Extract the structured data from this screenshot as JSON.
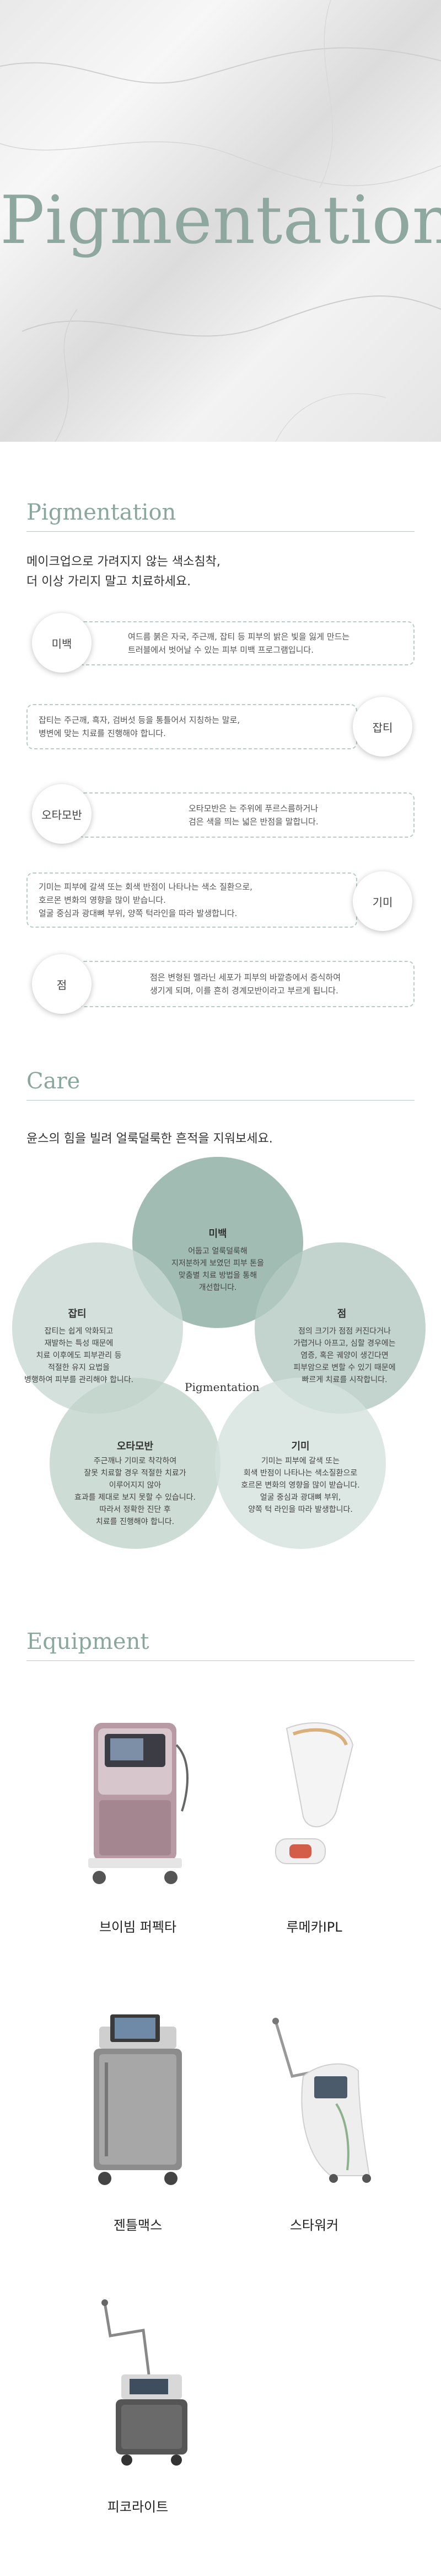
{
  "hero": {
    "title": "Pigmentation"
  },
  "pigment": {
    "title": "Pigmentation",
    "lead_line1": "메이크업으로 가려지지 않는 색소침착,",
    "lead_line2": "더 이상 가리지 말고 치료하세요.",
    "items": [
      {
        "label": "미백",
        "text_line1": "여드름 붉은 자국, 주근깨, 잡티 등 피부의 밝은 빛을 잃게 만드는",
        "text_line2": "트러블에서 벗어날 수 있는 피부 미백 프로그램입니다."
      },
      {
        "label": "잡티",
        "text_line1": "잡티는 주근깨, 흑자, 검버섯 등을 통틀어서 지칭하는 말로,",
        "text_line2": "병변에 맞는 치료를 진행해야 합니다."
      },
      {
        "label": "오타모반",
        "text_line1": "오타모반은 는 주위에 푸르스름하거나",
        "text_line2": "검은 색을 띄는 넓은 반점을 말합니다."
      },
      {
        "label": "기미",
        "text_line1": "기미는 피부에 갈색 또는 회색 반점이 나타나는 색소 질환으로,",
        "text_line2": "호르몬 변화의 영향을 많이 받습니다.",
        "text_line3": "얼굴 중심과 광대뼈 부위, 양쪽 턱라인을 따라 발생합니다."
      },
      {
        "label": "점",
        "text_line1": "점은 변형된 멜라닌 세포가 피부의 바깥층에서 증식하여",
        "text_line2": "생기게 되며, 이를 흔히 경계모반이라고 부르게 됩니다."
      }
    ]
  },
  "care": {
    "title": "Care",
    "lead": "윤스의 힘을 빌려 얼룩덜룩한 흔적을 지워보세요.",
    "center": "Pigmentation",
    "circles": [
      {
        "title": "미백",
        "lines": [
          "어둡고 얼룩덜룩해",
          "지저분하게 보였던 피부 톤을",
          "맞춤별 치료 방법을 통해",
          "개선합니다."
        ]
      },
      {
        "title": "잡티",
        "lines": [
          "잡티는 쉽게 악화되고",
          "재발하는 특성 때문에",
          "치료 이후에도 피부관리 등",
          "적절한 유지 요법을",
          "병행하여 피부를 관리해야 합니다."
        ]
      },
      {
        "title": "점",
        "lines": [
          "점의 크기가 점점 커진다거나",
          "가렵거나 아프고, 심할 경우에는",
          "염증, 혹은 궤양이 생긴다면",
          "피부암으로 변할 수 있기 때문에",
          "빠르게 치료를 시작합니다."
        ]
      },
      {
        "title": "오타모반",
        "lines": [
          "주근깨나 기미로 착각하여",
          "잘못 치료할 경우 적절한 치료가",
          "이루어지지 않아",
          "효과를 제대로 보지 못할 수 있습니다.",
          "따라서 정확한 진단 후",
          "치료를 진행해야 합니다."
        ]
      },
      {
        "title": "기미",
        "lines": [
          "기미는 피부에 갈색 또는",
          "회색 반점이 나타나는 색소질환으로",
          "호르몬 변화의 영향을 많이 받습니다.",
          "얼굴 중심과 광대뼈 부위,",
          "양쪽 턱 라인을 따라 발생합니다."
        ]
      }
    ],
    "colors": {
      "top": "#9cb8ae",
      "left": "#c8d8d2",
      "right": "#b3c9c1",
      "bottom_left": "#c2d3cc",
      "bottom_right": "#d5e2dd"
    }
  },
  "equipment": {
    "title": "Equipment",
    "items": [
      {
        "label": "브이빔 퍼펙타",
        "icon": "laser-machine-pink"
      },
      {
        "label": "루메카IPL",
        "icon": "handheld-ipl-device"
      },
      {
        "label": "젠틀맥스",
        "icon": "laser-machine-gray"
      },
      {
        "label": "스타워커",
        "icon": "laser-machine-arm"
      },
      {
        "label": "피코라이트",
        "icon": "laser-machine-arm-dark"
      }
    ]
  }
}
